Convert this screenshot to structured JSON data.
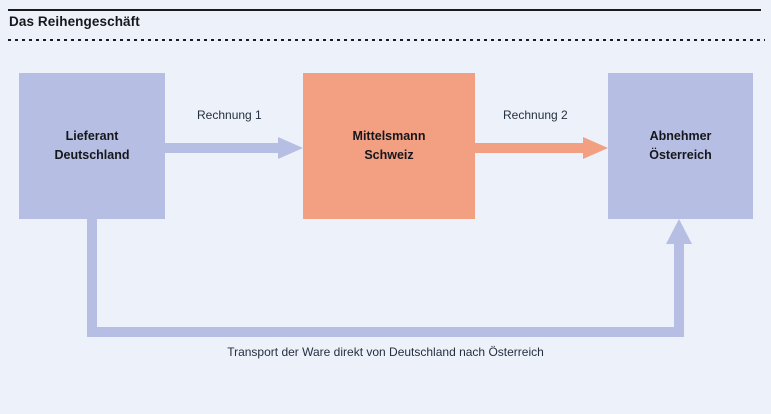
{
  "header": {
    "title": "Das Reihengeschäft"
  },
  "diagram": {
    "nodes": [
      {
        "id": "lieferant",
        "line1": "Lieferant",
        "line2": "Deutschland",
        "color": "#b6bfe3"
      },
      {
        "id": "mittelsmann",
        "line1": "Mittelsmann",
        "line2": "Schweiz",
        "color": "#f29f82"
      },
      {
        "id": "abnehmer",
        "line1": "Abnehmer",
        "line2": "Österreich",
        "color": "#b6bfe3"
      }
    ],
    "flows": [
      {
        "id": "rechnung-1",
        "label": "Rechnung 1",
        "from": "lieferant",
        "to": "mittelsmann",
        "color": "#b6bfe3"
      },
      {
        "id": "rechnung-2",
        "label": "Rechnung 2",
        "from": "mittelsmann",
        "to": "abnehmer",
        "color": "#f29f82"
      }
    ],
    "transport": {
      "caption": "Transport der Ware direkt von Deutschland nach Österreich",
      "from": "lieferant",
      "to": "abnehmer",
      "color": "#b6bfe3"
    },
    "background": "#edf1f9",
    "rule_color": "#1b1b1b"
  }
}
